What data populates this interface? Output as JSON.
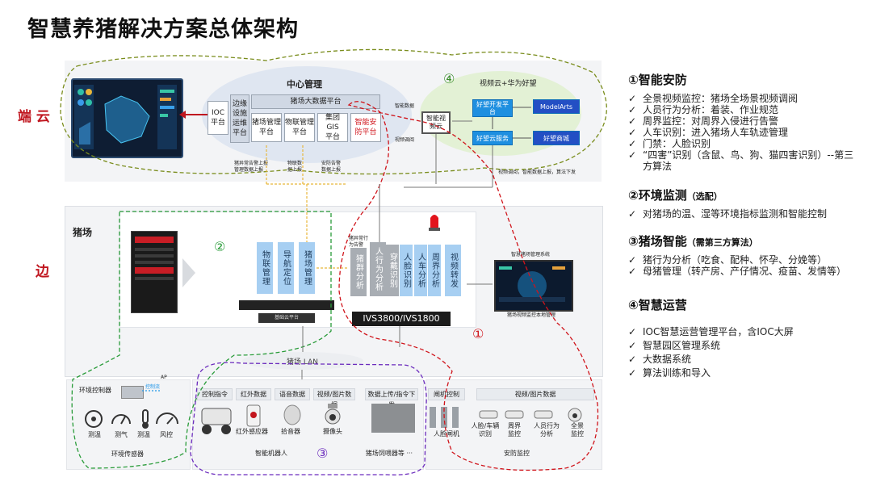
{
  "title": "智慧养猪解决方案总体架构",
  "side_labels": {
    "cloud": "端 云",
    "edge": "边"
  },
  "cloud": {
    "center_label": "中心管理",
    "big_data": "猪场大数据平台",
    "ioc": "IOC\n平台",
    "edge_ops": "边缘\n设施\n运维\n平台",
    "farm_mgmt": "猪场管理\n平台",
    "iot_mgmt": "物联管理\n平台",
    "gis": "集团 GIS\n平台",
    "smart_security": "智能安\n防平台",
    "smart_data": "智能数据",
    "video_call": "视频调阅",
    "smart_video_cloud": "智能视\n频云",
    "num4": "④",
    "huawei_label": "视频云+华为好望",
    "haowang_dev": "好望开发平\n台",
    "modelarts": "ModelArts",
    "haowang_cloud": "好望云服务",
    "haowang_mall": "好望商城",
    "upload_note": "视频调阅，智能数据上报，算法下发",
    "report1": "猪异常告警上报\n管理数据上报",
    "report2": "物联数\n据上报",
    "report3": "安防告警\n数据上报"
  },
  "edge": {
    "farm_label": "猪场",
    "num2": "②",
    "iot_mgmt": "物联管理",
    "nav": "导航定位",
    "farm_mgmt": "猪场管理",
    "storage_label": "基础云平台",
    "alarm_note": "猪异常行\n为告警",
    "analytics": [
      "猪群分析",
      "人行为分析",
      "穿戴识别",
      "人脸识别",
      "人车分析",
      "周界分析",
      "视频转发"
    ],
    "ivs": "IVS3800/IVS1800",
    "local_title": "智慧猪场管理系统",
    "local_caption": "猪场视频监控本地管理",
    "num1": "①",
    "lan": "猪场 LAN"
  },
  "bottom": {
    "env_controller": "环境控制器",
    "ap": "AP",
    "control_flow": "控制流",
    "sensors": [
      "测温",
      "测气",
      "测温",
      "风控"
    ],
    "env_sensor": "环境传感器",
    "robot_cats": [
      "控制指令",
      "红外数据",
      "语音数据",
      "视频/图片数据",
      "数据上传/指令下发"
    ],
    "robot_devices": [
      "红外感应器",
      "拾音器",
      "摄像头"
    ],
    "robot_label": "智能机器人",
    "feeder_label": "猪场饲喂器等 ···",
    "num3": "③",
    "sec_cats": [
      "闸机控制",
      "视频/图片数据"
    ],
    "sec_devices": [
      "人脸闸机",
      "人脸/车辆\n识别",
      "周界\n监控",
      "人员行为\n分析",
      "全景\n监控"
    ],
    "sec_label": "安防监控"
  },
  "right": {
    "s1_title": "①智能安防",
    "s1_items": [
      "全景视频监控：猪场全场景视频调阅",
      "人员行为分析：着装、作业规范",
      "周界监控：对周界入侵进行告警",
      "人车识别：进入猪场人车轨迹管理",
      "门禁：人脸识别",
      "“四害”识别（含鼠、鸟、狗、猫四害识别）--第三方算法"
    ],
    "s2_title": "②环境监测",
    "s2_sub": "（选配）",
    "s2_items": [
      "对猪场的温、湿等环境指标监测和智能控制"
    ],
    "s3_title": "③猪场智能",
    "s3_sub": "（需第三方算法）",
    "s3_items": [
      "猪行为分析（吃食、配种、怀孕、分娩等）",
      "母猪管理（转产房、产仔情况、疫苗、发情等）"
    ],
    "s4_title": "④智慧运营",
    "s4_items": [
      "IOC智慧运营管理平台，含IOC大屏",
      "智慧园区管理系统",
      "大数据系统",
      "算法训练和导入"
    ],
    "check": "✓"
  }
}
